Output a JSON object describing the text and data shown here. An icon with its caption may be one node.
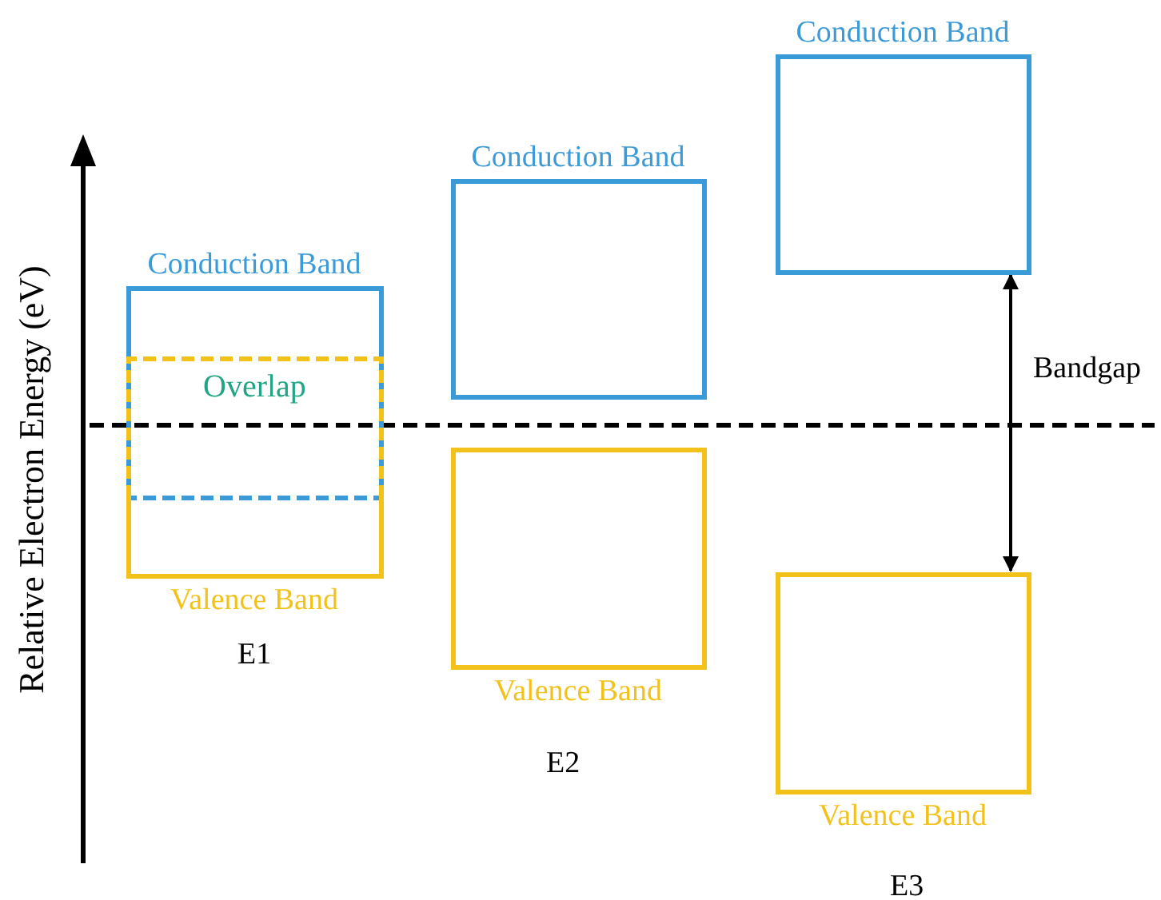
{
  "diagram": {
    "nodes": [
      {
        "text": [
          "Conduction Band"
        ]
      },
      {
        "text": [
          "Overlap"
        ]
      },
      {
        "text": [
          "Valence Band"
        ]
      },
      {
        "text": [
          "Conduction Band"
        ]
      },
      {
        "text": [
          "Valence Band"
        ]
      },
      {
        "text": [
          "Conduction Band"
        ]
      },
      {
        "text": [
          "Valence Band"
        ]
      }
    ],
    "edges": [
      {
        "from": 5,
        "to": 6,
        "arrow": "both",
        "label": "Bandgap"
      }
    ],
    "labels": [
      "Relative Electron Energy (eV)",
      "E1",
      "E2",
      "E3"
    ]
  }
}
